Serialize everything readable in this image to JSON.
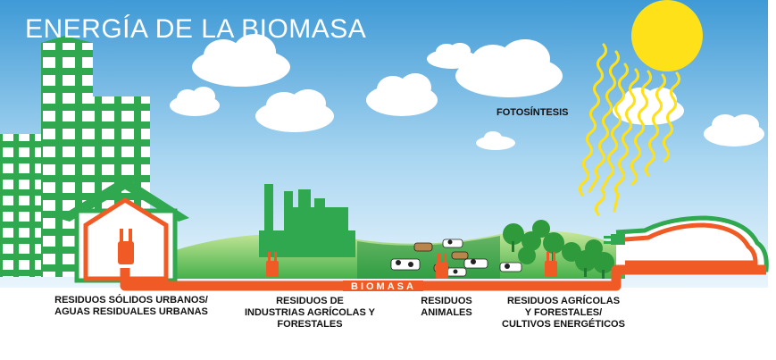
{
  "title": "ENERGÍA DE LA BIOMASA",
  "photosynthesis_label": "FOTOSÍNTESIS",
  "pipe_label": "BIOMASA",
  "sources": [
    {
      "lines": [
        "RESIDUOS SÓLIDOS URBANOS/",
        "AGUAS RESIDUALES URBANAS"
      ]
    },
    {
      "lines": [
        "RESIDUOS DE",
        "INDUSTRIAS AGRÍCOLAS Y",
        "FORESTALES"
      ]
    },
    {
      "lines": [
        "RESIDUOS",
        "ANIMALES"
      ]
    },
    {
      "lines": [
        "RESIDUOS AGRÍCOLAS",
        "Y FORESTALES/",
        "CULTIVOS ENERGÉTICOS"
      ]
    }
  ],
  "colors": {
    "sky_top": "#3f9ad6",
    "sky_bottom": "#e6f3fb",
    "building_green": "#2fa84f",
    "pipe_orange": "#f05a24",
    "sun_yellow": "#ffe11a",
    "hill_green": "#53b848"
  },
  "icons": [
    "house-icon",
    "factory-icon",
    "cows-icon",
    "trees-icon",
    "car-icon",
    "sun-icon",
    "plug-icon",
    "cloud-icon"
  ]
}
